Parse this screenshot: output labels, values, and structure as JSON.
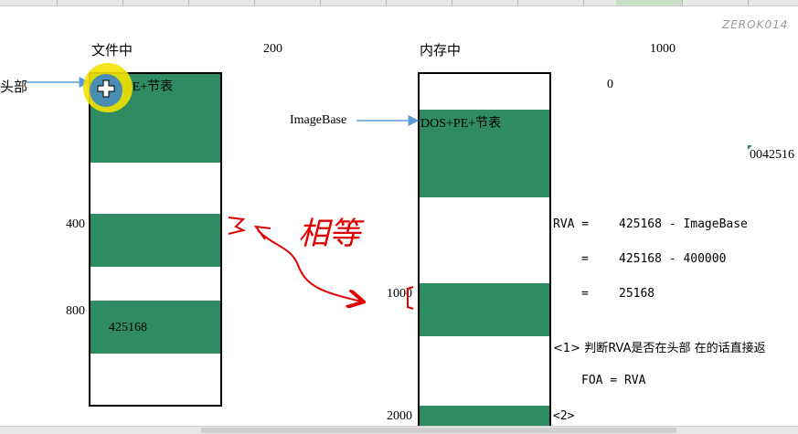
{
  "header": {
    "file_label": "文件中",
    "file_value": "200",
    "memory_label": "内存中",
    "memory_value": "1000",
    "watermark": "ZEROK014"
  },
  "file_side": {
    "left_label": "头部",
    "region_label": "DOS+PE+节表",
    "offset_400": "400",
    "offset_800": "800",
    "value_in_box": "425168"
  },
  "memory_side": {
    "zero_label": "0",
    "imagebase_label": "ImageBase",
    "region_label": "DOS+PE+节表",
    "offset_1000": "1000",
    "offset_2000": "2000",
    "right_value": "0042516"
  },
  "annotation": {
    "equal_text": "相等"
  },
  "calc": {
    "line1_left": "RVA =",
    "line1_right": "425168 - ImageBase",
    "line2_left": "=",
    "line2_right": "425168 - 400000",
    "line3_left": "=",
    "line3_right": "25168"
  },
  "steps": {
    "step1": "<1> 判断RVA是否在头部 在的话直接返",
    "step1_formula": "FOA = RVA",
    "step2": "<2>"
  }
}
